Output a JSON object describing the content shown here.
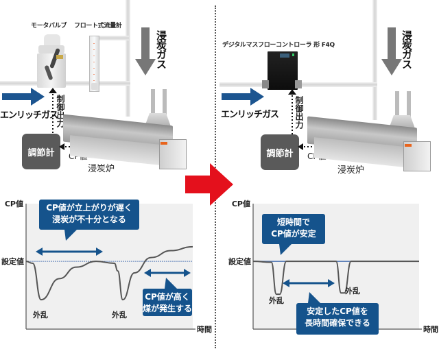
{
  "colors": {
    "blue_accent": "#15538c",
    "red_arrow": "#e4101c",
    "regulator_gray": "#5a5a5a",
    "gas_arrow_gray": "#777777",
    "chart_bg": "#f0f0f0",
    "setpoint_line": "#5c7fb8"
  },
  "left": {
    "device_label_1": "モータバルブ",
    "device_label_2": "フロート式流量計",
    "gas_label": "浸炭ガス",
    "enrich_label": "エンリッチガス",
    "control_output": "制御出力",
    "regulator": "調節計",
    "cp_value": "CP値",
    "furnace": "浸炭炉"
  },
  "right": {
    "device_label": "デジタルマスフローコントローラ 形 F4Q",
    "gas_label": "浸炭ガス",
    "enrich_label": "エンリッチガス",
    "control_output": "制御出力",
    "regulator": "調節計",
    "cp_value": "CP値",
    "furnace": "浸炭炉"
  },
  "transition_arrow": "right-arrow-icon",
  "chart_data": [
    {
      "type": "line",
      "title": "",
      "ylabel": "CP値",
      "xlabel": "時間",
      "setpoint_label": "設定値",
      "annotations": {
        "disturbance_label": "外乱",
        "bubble_top": [
          "CP値が立上がりが遅く",
          "浸炭が不十分となる"
        ],
        "bubble_bottom": [
          "CP値が高く",
          "煤が発生する"
        ]
      },
      "series": [
        {
          "name": "CP値",
          "x": [
            0,
            0.04,
            0.09,
            0.2,
            0.3,
            0.42,
            0.53,
            0.55,
            0.58,
            0.65,
            0.75,
            0.87,
            1.0
          ],
          "y": [
            0,
            -0.05,
            -1.0,
            -0.45,
            -0.15,
            0,
            -0.05,
            -0.25,
            -1.0,
            -0.3,
            0.1,
            0.28,
            0.38
          ]
        }
      ],
      "setpoint": 0,
      "ylim": [
        -1.5,
        1.5
      ]
    },
    {
      "type": "line",
      "title": "",
      "ylabel": "CP値",
      "xlabel": "時間",
      "setpoint_label": "設定値",
      "annotations": {
        "disturbance_label": "外乱",
        "bubble_top": [
          "短時間で",
          "CP値が安定"
        ],
        "bubble_bottom": [
          "安定したCP値を",
          "長時間確保できる"
        ]
      },
      "series": [
        {
          "name": "CP値",
          "x": [
            0,
            0.11,
            0.14,
            0.16,
            0.2,
            0.5,
            0.53,
            0.55,
            0.59,
            1.0
          ],
          "y": [
            0,
            -0.02,
            -0.75,
            -0.75,
            0,
            0,
            -0.72,
            -0.72,
            0,
            0
          ]
        }
      ],
      "setpoint": 0,
      "ylim": [
        -1.5,
        1.5
      ]
    }
  ]
}
